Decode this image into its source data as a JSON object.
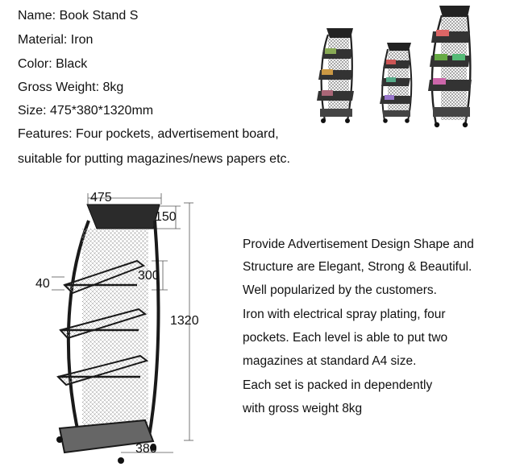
{
  "specs": {
    "name": "Name: Book Stand S",
    "material": "Material: Iron",
    "color": "Color: Black",
    "gross_weight": "Gross Weight: 8kg",
    "size": "Size: 475*380*1320mm",
    "features_line1": "Features: Four pockets, advertisement board,",
    "features_line2": "suitable for putting magazines/news papers etc."
  },
  "dimensions": {
    "width": "475",
    "board_height": "150",
    "pocket_height": "40",
    "pocket_depth": "300",
    "total_height": "1320",
    "base_depth": "380"
  },
  "description": [
    "Provide Advertisement Design Shape and",
    "Structure are Elegant, Strong & Beautiful.",
    "Well popularized by the customers.",
    "Iron with electrical spray plating, four",
    "pockets. Each level is able to put two",
    "magazines at standard A4 size.",
    "Each set is packed in dependently",
    "with gross weight 8kg"
  ],
  "colors": {
    "frame": "#1a1a1a",
    "mesh": "#8a8a8a",
    "text": "#111111",
    "dimension_line": "#444444"
  }
}
